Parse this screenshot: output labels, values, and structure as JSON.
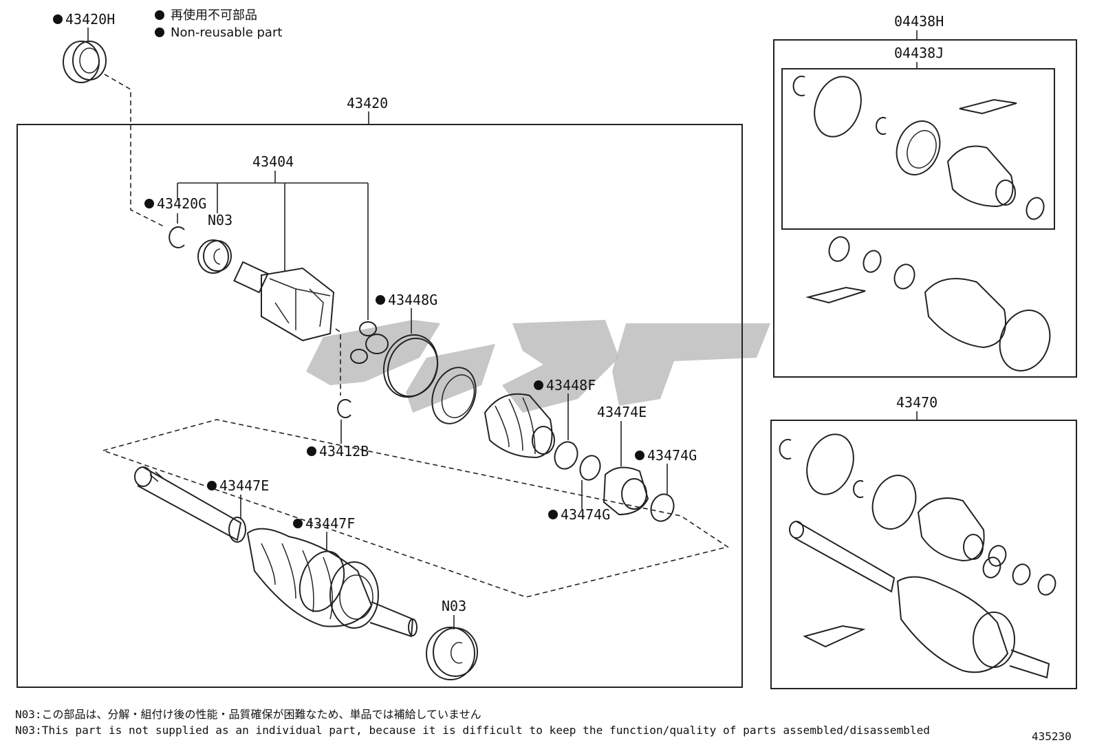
{
  "legend": {
    "ja": "再使用不可部品",
    "en": "Non-reusable part"
  },
  "labels": {
    "p43420H": "43420H",
    "p43420": "43420",
    "p43404": "43404",
    "p43420G": "43420G",
    "n03_top": "N03",
    "p43448G": "43448G",
    "p43412B": "43412B",
    "p43448F": "43448F",
    "p43474E": "43474E",
    "p43474G_a": "43474G",
    "p43474G_b": "43474G",
    "p43447E": "43447E",
    "p43447F": "43447F",
    "n03_bottom": "N03",
    "p04438H": "04438H",
    "p04438J": "04438J",
    "p43470": "43470"
  },
  "notes": {
    "ja": "N03:この部品は、分解・組付け後の性能・品質確保が困難なため、単品では補給していません",
    "en": "N03:This part is not supplied as an individual part, because it is difficult to keep the function/quality of parts assembled/disassembled"
  },
  "figure_id": "435230",
  "colors": {
    "line": "#222222",
    "watermark": "#bdbdbd"
  }
}
